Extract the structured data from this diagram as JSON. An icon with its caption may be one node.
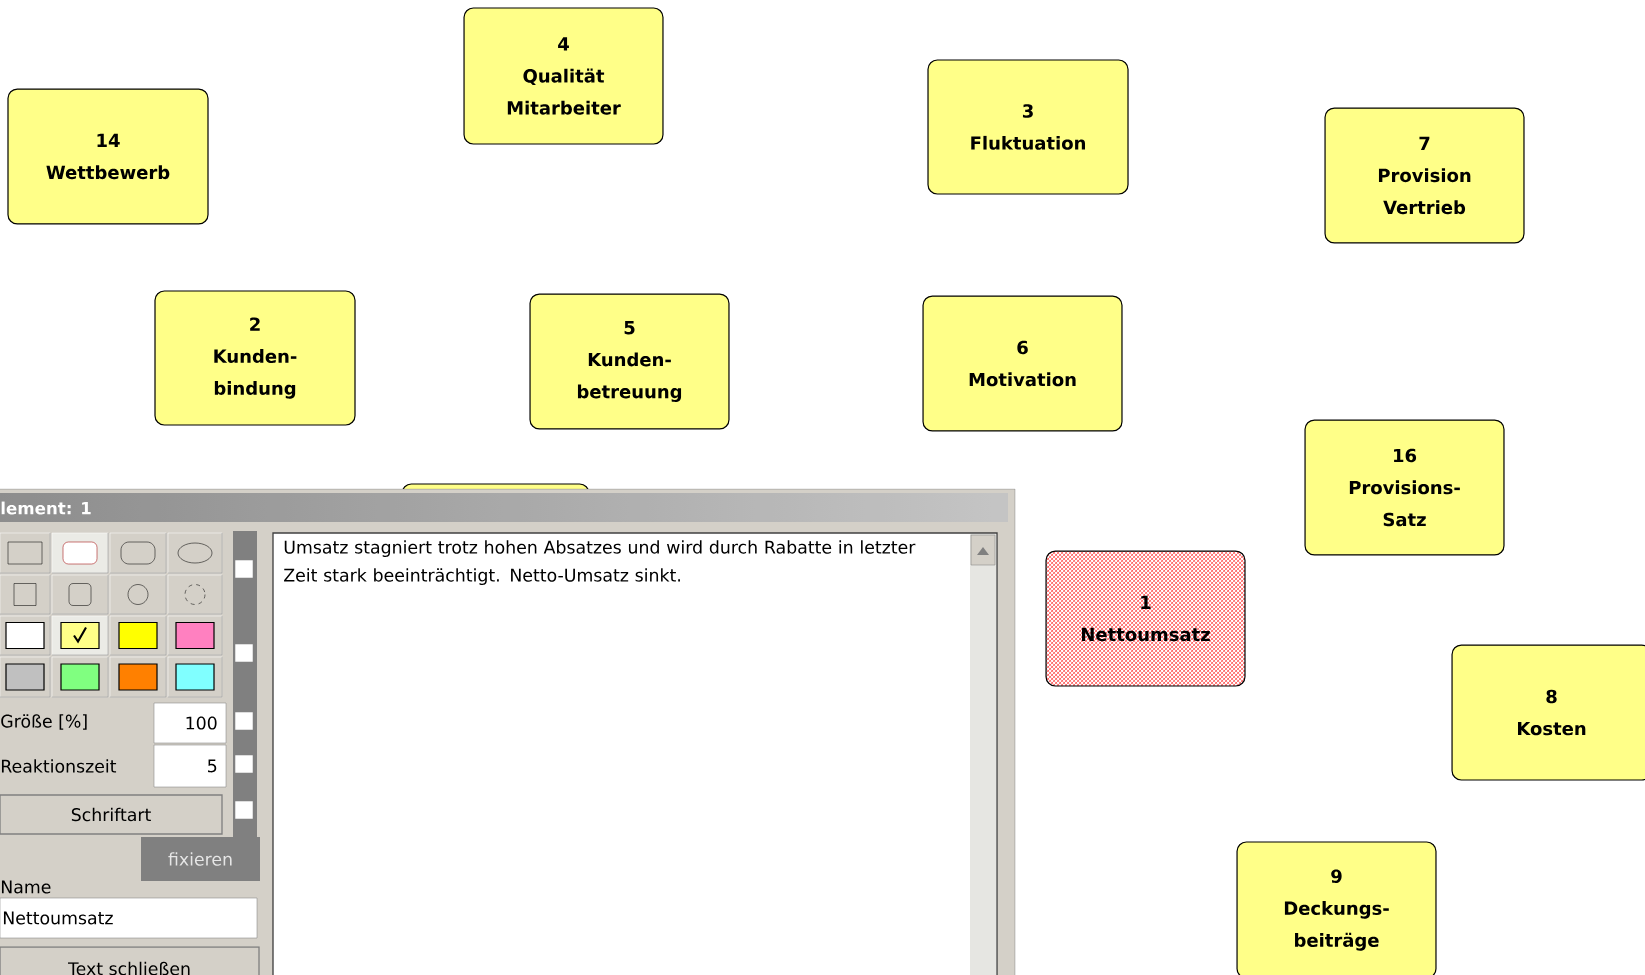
{
  "diagram": {
    "nodes": [
      {
        "text": [
          "4",
          "Qualität Mitarbeiter"
        ]
      },
      {
        "text": [
          "14",
          "Wettbewerb"
        ]
      },
      {
        "text": [
          "3",
          "Fluktuation"
        ]
      },
      {
        "text": [
          "7",
          "Provision Vertrieb"
        ]
      },
      {
        "text": [
          "2",
          "Kunden- bindung"
        ]
      },
      {
        "text": [
          "5",
          "Kunden- betreuung"
        ]
      },
      {
        "text": [
          "6",
          "Motivation"
        ]
      },
      {
        "text": [
          "16",
          "Provisions- Satz"
        ]
      },
      {
        "text": [],
        "shape": "box"
      },
      {
        "text": [
          "1",
          "Nettoumsatz"
        ]
      },
      {
        "text": [
          "8",
          "Kosten"
        ]
      },
      {
        "text": [
          "9",
          "Deckungs- beiträge"
        ]
      }
    ],
    "edges": [],
    "labels": [
      "lement: 1",
      "Umsatz stagniert trotz hohen Absatzes und wird durch Rabatte in letzter Zeit stark beeinträchtigt. Netto-Umsatz sinkt.",
      "Größe [%]",
      "100",
      "Reaktionszeit",
      "5",
      "Schriftart",
      "fixieren",
      "Name",
      "Nettoumsatz",
      "Text schließen"
    ]
  }
}
